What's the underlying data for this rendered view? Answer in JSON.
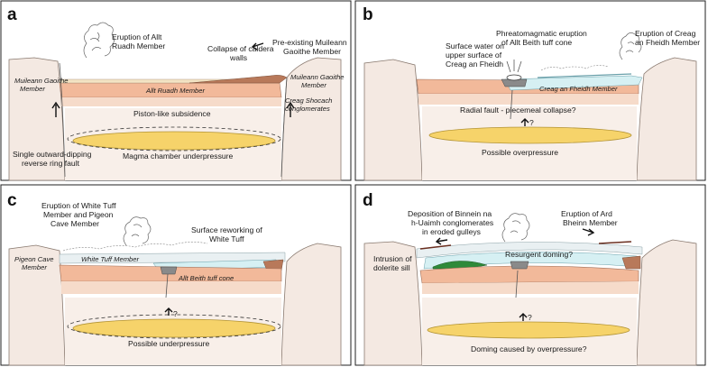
{
  "panels": {
    "a": {
      "letter": "a",
      "eruption_1": "Eruption of Allt",
      "eruption_2": "Ruadh Member",
      "collapse_1": "Collapse of caldera",
      "collapse_2": "walls",
      "preexisting_1": "Pre-existing Muileann",
      "preexisting_2": "Gaoithe Member",
      "muileann_left_1": "Muileann Gaoithe",
      "muileann_left_2": "Member",
      "muileann_right_1": "Muileann Gaoithe",
      "muileann_right_2": "Member",
      "allt_ruadh": "Allt Ruadh Member",
      "creag_shocach_1": "Creag Shocach",
      "creag_shocach_2": "conglomerates",
      "subsidence": "Piston-like subsidence",
      "ring_fault_1": "Single outward-dipping",
      "ring_fault_2": "reverse ring fault",
      "chamber": "Magma chamber underpressure"
    },
    "b": {
      "letter": "b",
      "phreato_1": "Phreatomagmatic eruption",
      "phreato_2": "of Allt Beith tuff cone",
      "eruption_1": "Eruption of Creag",
      "eruption_2": "an Fheidh Member",
      "water_1": "Surface water on",
      "water_2": "upper surface of",
      "water_3": "Creag an Fheidh",
      "creag_member": "Creag an Fheidh Member",
      "radial": "Radial fault - piecemeal collapse?",
      "q": "?",
      "pressure": "Possible overpressure"
    },
    "c": {
      "letter": "c",
      "eruption_1": "Eruption of White Tuff",
      "eruption_2": "Member and Pigeon",
      "eruption_3": "Cave Member",
      "rework_1": "Surface reworking of",
      "rework_2": "White Tuff",
      "pigeon_1": "Pigeon Cave",
      "pigeon_2": "Member",
      "white_tuff": "White Tuff Member",
      "allt_beith": "Allt Beith tuff cone",
      "q": "?",
      "pressure": "Possible underpressure"
    },
    "d": {
      "letter": "d",
      "deposition_1": "Deposition of Binnein na",
      "deposition_2": "h-Uaimh conglomerates",
      "deposition_3": "in eroded gulleys",
      "eruption_1": "Eruption of Ard",
      "eruption_2": "Bheinn Member",
      "sill_1": "Intrusion of",
      "sill_2": "dolerite sill",
      "doming": "Resurgent doming?",
      "q": "?",
      "pressure": "Doming caused by overpressure?"
    }
  }
}
